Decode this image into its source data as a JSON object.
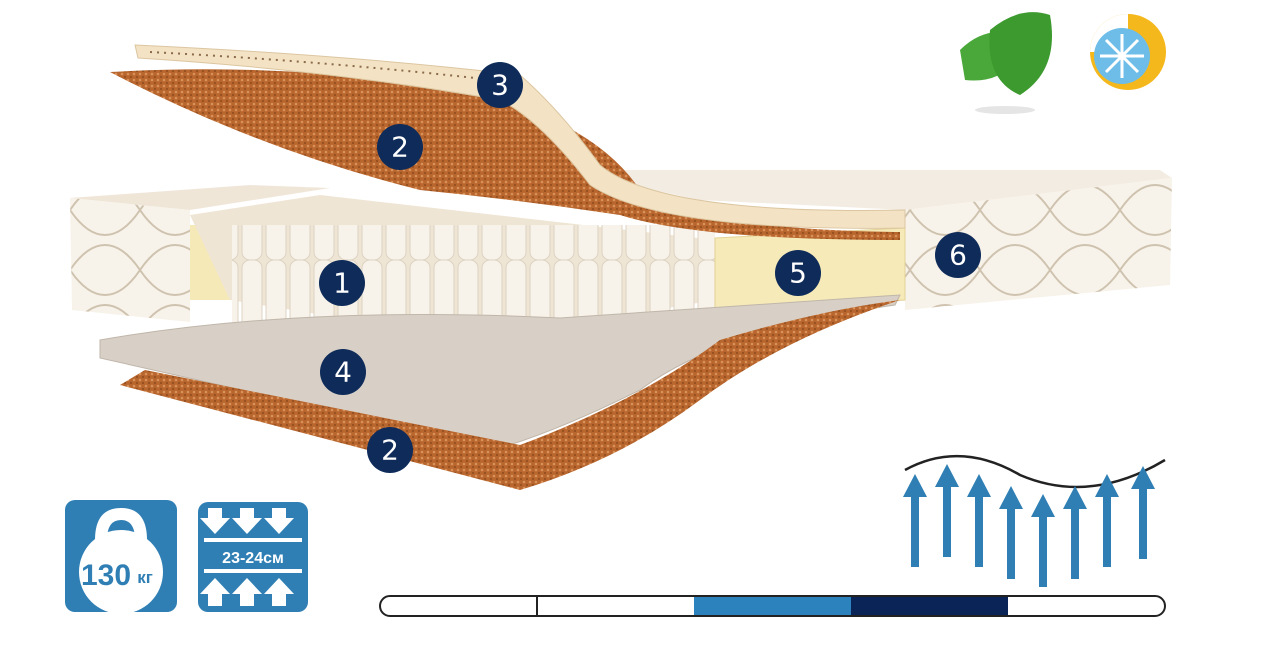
{
  "layers": [
    {
      "number": "1",
      "name": "pocket-springs"
    },
    {
      "number": "2",
      "name": "coconut-top"
    },
    {
      "number": "3",
      "name": "latex"
    },
    {
      "number": "4",
      "name": "felt"
    },
    {
      "number": "2",
      "name": "coconut-bottom"
    },
    {
      "number": "5",
      "name": "foam-perimeter"
    },
    {
      "number": "6",
      "name": "cover"
    }
  ],
  "specs": {
    "max_weight": "130",
    "max_weight_unit": "кг",
    "height": "23-24см"
  },
  "firmness": {
    "segments": 5,
    "filled": [
      3,
      4
    ]
  },
  "icons": [
    "eco-leaves-icon",
    "winter-summer-icon",
    "orthopedic-support-icon",
    "weight-icon",
    "height-icon"
  ],
  "colors": {
    "badge": "#0e2b5a",
    "icon_blue": "#2f7fb5",
    "firmness_light": "#2c82bd",
    "firmness_dark": "#0b2458",
    "coconut": "#b8662d"
  }
}
